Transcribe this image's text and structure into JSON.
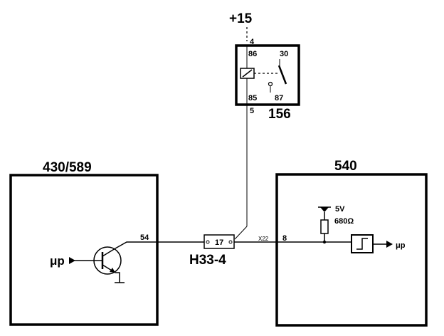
{
  "supply": {
    "label": "+15"
  },
  "relay": {
    "id": "156",
    "pin_top": "4",
    "pin_bottom": "5",
    "terminal_86": "86",
    "terminal_30": "30",
    "terminal_85": "85",
    "terminal_87": "87"
  },
  "module_left": {
    "id": "430/589",
    "pin": "54",
    "signal": "μp"
  },
  "connector": {
    "id": "H33-4",
    "pin": "17"
  },
  "module_right": {
    "id": "540",
    "wire_code": "X22",
    "pin": "8",
    "supply_voltage": "5V",
    "resistor": "680Ω",
    "signal": "μp"
  }
}
